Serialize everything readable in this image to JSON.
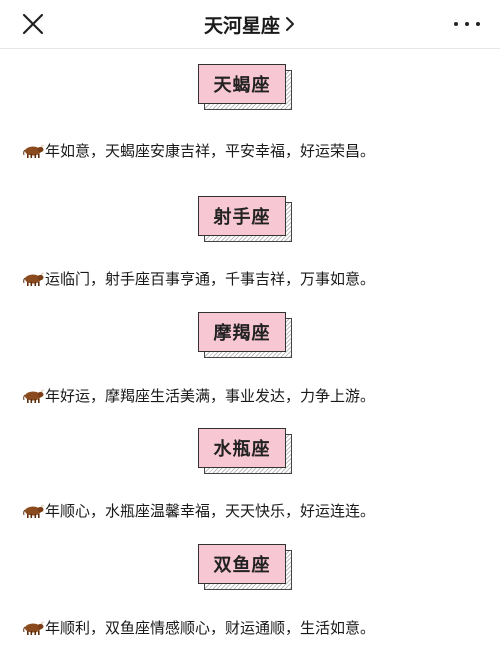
{
  "header": {
    "title": "天河星座",
    "chevron": "›"
  },
  "icons": {
    "close": "close-icon",
    "more": "more-dots-icon",
    "ox": "ox-emoji-icon"
  },
  "colors": {
    "label_bg": "#f7c7d3",
    "label_border": "#333333"
  },
  "sections": [
    {
      "sign": "天蝎座",
      "wish": "年如意，天蝎座安康吉祥，平安幸福，好运荣昌。"
    },
    {
      "sign": "射手座",
      "wish": "运临门，射手座百事亨通，千事吉祥，万事如意。"
    },
    {
      "sign": "摩羯座",
      "wish": "年好运，摩羯座生活美满，事业发达，力争上游。"
    },
    {
      "sign": "水瓶座",
      "wish": "年顺心，水瓶座温馨幸福，天天快乐，好运连连。"
    },
    {
      "sign": "双鱼座",
      "wish": "年顺利，双鱼座情感顺心，财运通顺，生活如意。"
    }
  ]
}
